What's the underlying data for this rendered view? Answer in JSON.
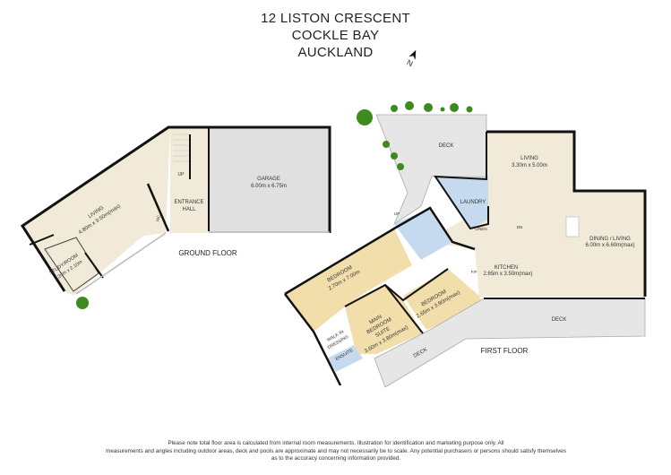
{
  "address": {
    "line1": "12 LISTON CRESCENT",
    "line2": "COCKLE BAY",
    "line3": "AUCKLAND"
  },
  "north_arrow": {
    "label": "N",
    "icon": "north-arrow-icon"
  },
  "ground_floor": {
    "title": "GROUND FLOOR",
    "rooms": [
      {
        "name": "LIVING",
        "size": "4.80m x 9.50m(max)"
      },
      {
        "name": "STUDY/ROOM",
        "size": "3.20m x 2.10m"
      },
      {
        "name": "ENTRANCE",
        "name2": "HALL"
      },
      {
        "name": "GARAGE",
        "size": "6.00m x 6.75m"
      }
    ],
    "stairs_label": "UP",
    "wc_label": "WC"
  },
  "first_floor": {
    "title": "FIRST FLOOR",
    "rooms": [
      {
        "name": "DECK"
      },
      {
        "name": "LIVING",
        "size": "3.30m x 5.00m"
      },
      {
        "name": "LAUNDRY"
      },
      {
        "name": "LINEN"
      },
      {
        "name": "DINING / LIVING",
        "size": "6.00m x 6.60m(max)"
      },
      {
        "name": "KITCHEN",
        "size": "2.65m x 3.50m(max)"
      },
      {
        "name": "BEDROOM",
        "size": "2.70m x 7.00m"
      },
      {
        "name": "BEDROOM",
        "size": "2.65m x 3.90m(max)"
      },
      {
        "name": "MAIN",
        "name2": "BEDROOM",
        "name3": "SUITE",
        "size": "3.60m x 3.80m(max)"
      },
      {
        "name": "WALK IN",
        "name2": "DRESSING"
      },
      {
        "name": "ENSUITE"
      },
      {
        "name": "DECK"
      },
      {
        "name": "DECK"
      }
    ],
    "stairs_up": "UP",
    "stairs_dn": "DN",
    "fridge": "F/F"
  },
  "colors": {
    "living": "#f1ead9",
    "bedroom": "#f2deaa",
    "wet": "#c5daee",
    "garage": "#e0e0e0",
    "deck": "#e6e6e6",
    "wall": "#111111",
    "tree": "#3d8a1f"
  },
  "disclaimer": {
    "line1": "Please note total floor area is calculated from internal room measurements. Illustration for identification and marketing purpose only. All",
    "line2": "measurements and angles including outdoor areas, deck and pools are approximate and may not necessarily be to scale. Any potential purchasers or persons should satisfy themselves",
    "line3": "as to the accuracy concerning information provided."
  }
}
